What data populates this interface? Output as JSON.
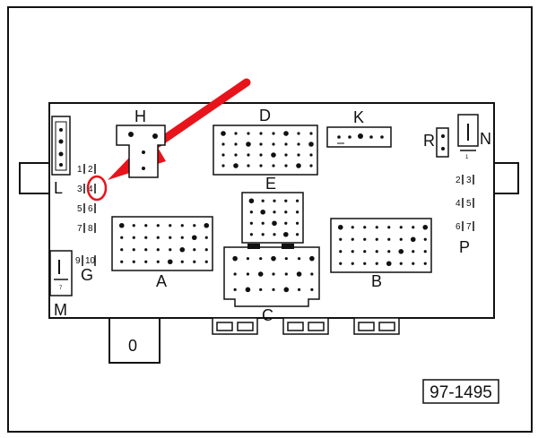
{
  "diagram": {
    "connectors": {
      "A": "A",
      "B": "B",
      "C": "C",
      "D": "D",
      "E": "E",
      "G": "G",
      "H": "H",
      "K": "K",
      "L": "L",
      "M": "M",
      "N": "N",
      "P": "P",
      "R": "R"
    },
    "left_pins": [
      {
        "a": "1",
        "b": "2"
      },
      {
        "a": "3",
        "b": "4"
      },
      {
        "a": "5",
        "b": "6"
      },
      {
        "a": "7",
        "b": "8"
      }
    ],
    "g_pins": {
      "a": "9",
      "b": "10"
    },
    "m_pin": "7",
    "n_pin": "1",
    "right_pins": [
      {
        "a": "2",
        "b": "3"
      },
      {
        "a": "4",
        "b": "5"
      },
      {
        "a": "6",
        "b": "7"
      }
    ],
    "bottom_socket_label": "0",
    "document_number": "97-1495",
    "highlight": {
      "target_pin": "4",
      "color": "#e8141b"
    },
    "colors": {
      "line": "#111111",
      "highlight": "#e8141b",
      "background": "#ffffff"
    }
  }
}
